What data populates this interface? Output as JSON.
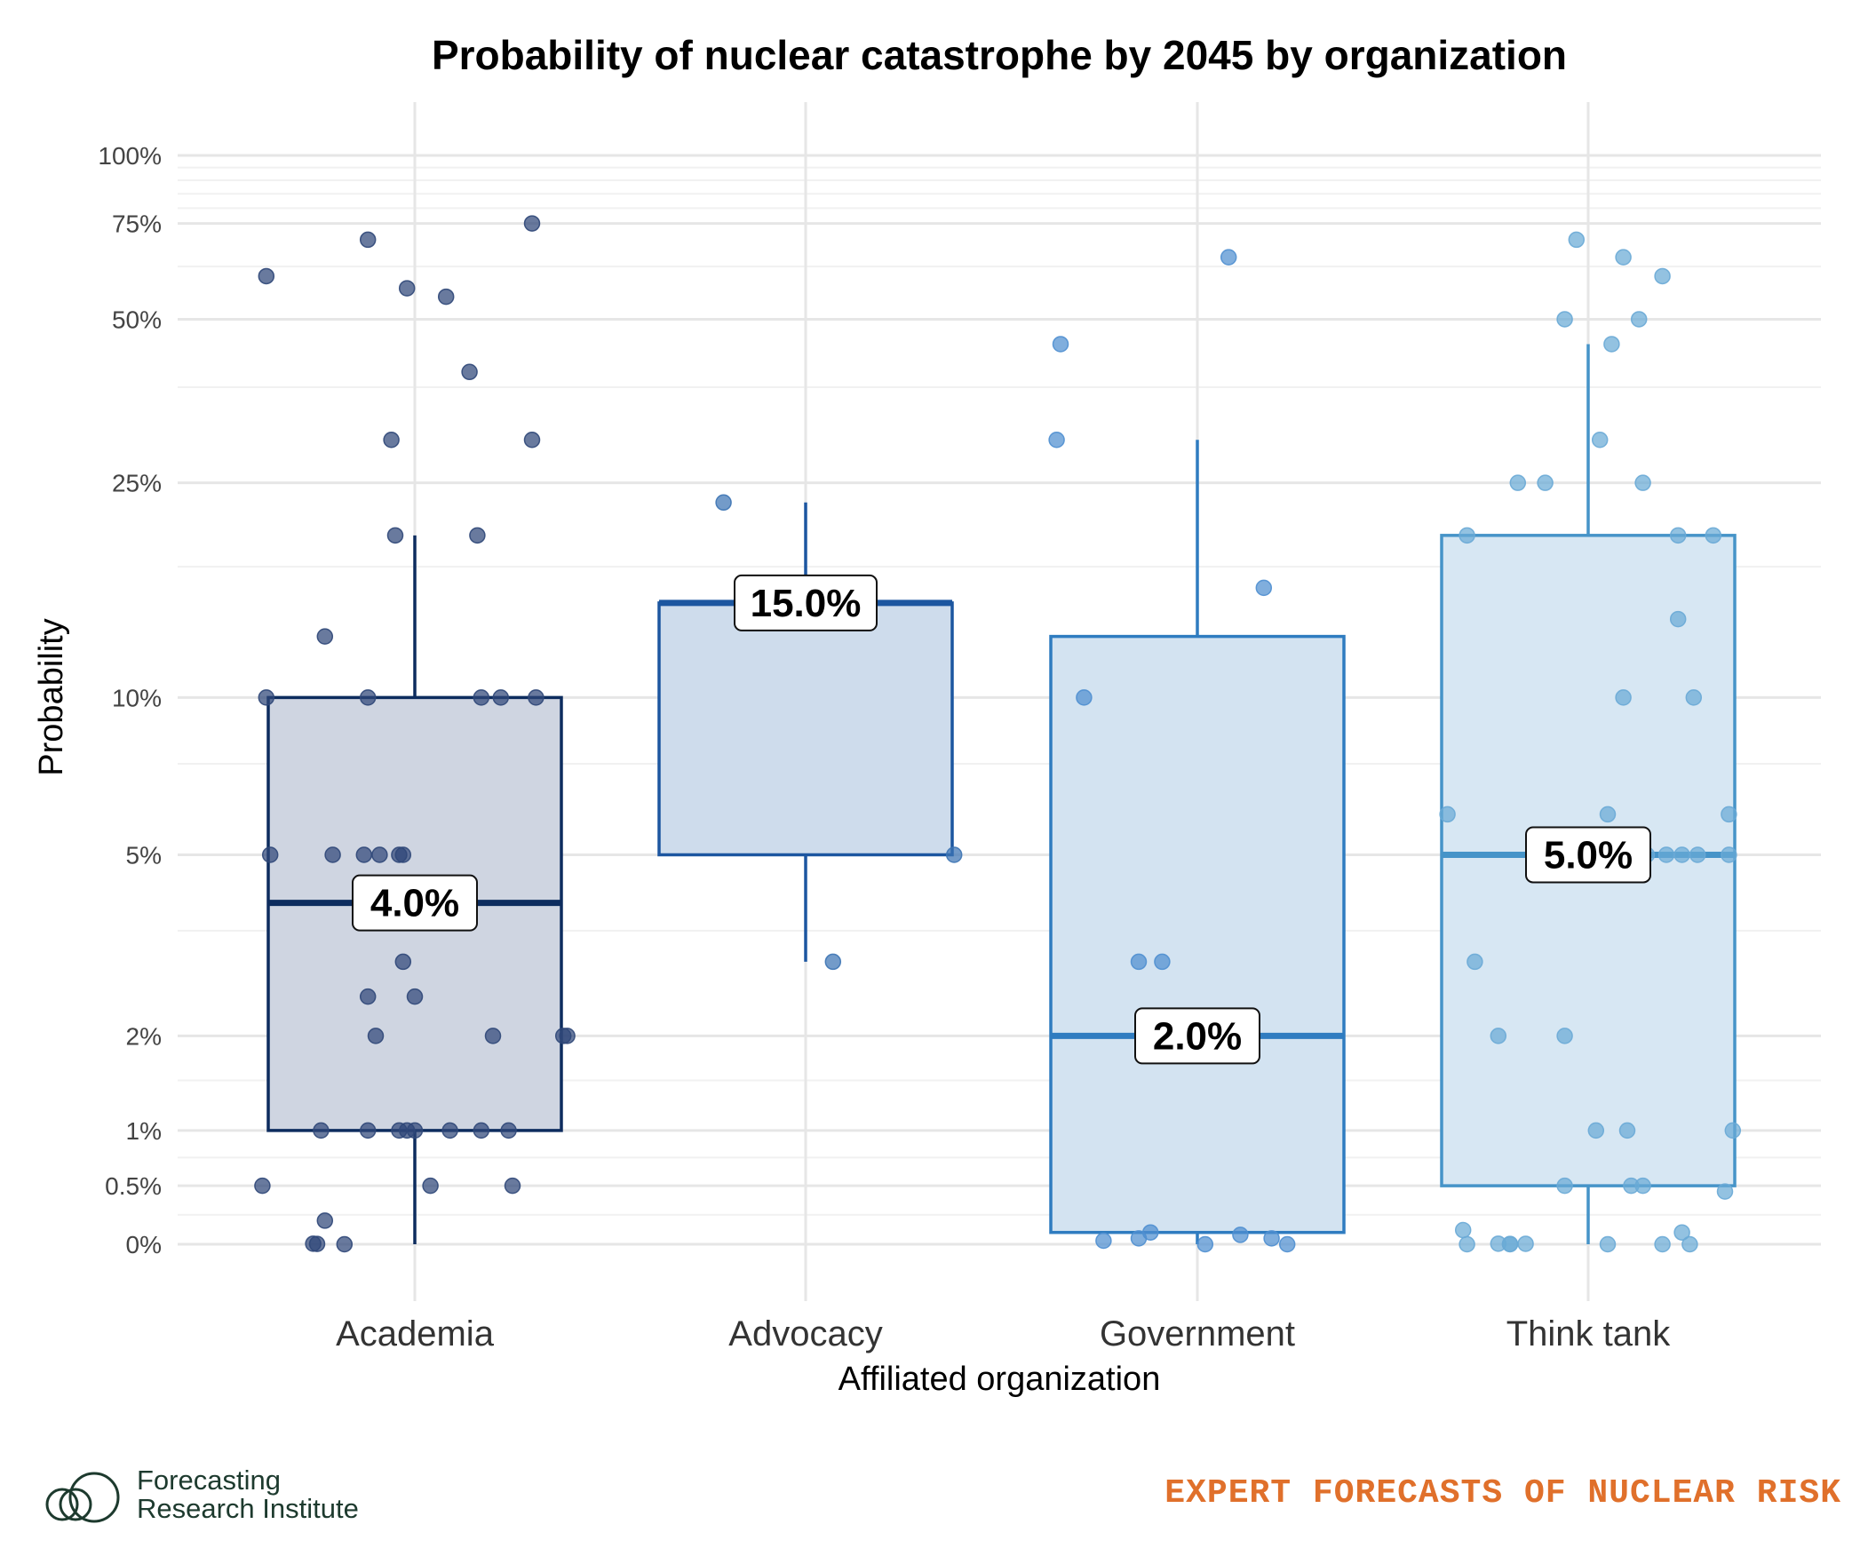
{
  "footer": {
    "org_line1": "Forecasting",
    "org_line2": "Research Institute",
    "tagline": "EXPERT FORECASTS OF NUCLEAR RISK"
  },
  "chart_data": {
    "type": "box",
    "title": "Probability of nuclear catastrophe by 2045 by organization",
    "xlabel": "Affiliated organization",
    "ylabel": "Probability",
    "scale": "pseudo-log",
    "yticks": [
      {
        "value": 0,
        "label": "0%"
      },
      {
        "value": 0.5,
        "label": "0.5%"
      },
      {
        "value": 1,
        "label": "1%"
      },
      {
        "value": 2,
        "label": "2%"
      },
      {
        "value": 5,
        "label": "5%"
      },
      {
        "value": 10,
        "label": "10%"
      },
      {
        "value": 25,
        "label": "25%"
      },
      {
        "value": 50,
        "label": "50%"
      },
      {
        "value": 75,
        "label": "75%"
      },
      {
        "value": 100,
        "label": "100%"
      }
    ],
    "grid": true,
    "categories": [
      "Academia",
      "Advocacy",
      "Government",
      "Think tank"
    ],
    "colors": [
      "#0d2c5e",
      "#1c56a0",
      "#2f7cc0",
      "#4694c8"
    ],
    "fills": [
      "#cfd5e1",
      "#cedcec",
      "#d3e3f1",
      "#d7e7f3"
    ],
    "pointColors": [
      "#2f4778",
      "#3d74b4",
      "#4f8fd0",
      "#6aaad6"
    ],
    "boxes": [
      {
        "q1": 1,
        "median": 4,
        "q3": 10,
        "whisker_low": 0,
        "whisker_high": 20,
        "median_label": "4.0%"
      },
      {
        "q1": 5,
        "median": 15,
        "q3": 15,
        "whisker_low": 3,
        "whisker_high": 23,
        "median_label": "15.0%"
      },
      {
        "q1": 0.1,
        "median": 2,
        "q3": 13,
        "whisker_low": 0,
        "whisker_high": 30,
        "median_label": "2.0%"
      },
      {
        "q1": 0.5,
        "median": 5,
        "q3": 20,
        "whisker_low": 0,
        "whisker_high": 45,
        "median_label": "5.0%"
      }
    ],
    "points": [
      [
        {
          "y": 75,
          "j": 0.3
        },
        {
          "y": 70,
          "j": -0.12
        },
        {
          "y": 60,
          "j": -0.38
        },
        {
          "y": 57,
          "j": -0.02
        },
        {
          "y": 55,
          "j": 0.08
        },
        {
          "y": 40,
          "j": 0.14
        },
        {
          "y": 30,
          "j": -0.06
        },
        {
          "y": 30,
          "j": 0.3
        },
        {
          "y": 20,
          "j": -0.05
        },
        {
          "y": 20,
          "j": 0.16
        },
        {
          "y": 13,
          "j": -0.23
        },
        {
          "y": 10,
          "j": -0.38
        },
        {
          "y": 10,
          "j": -0.12
        },
        {
          "y": 10,
          "j": 0.17
        },
        {
          "y": 10,
          "j": 0.22
        },
        {
          "y": 10,
          "j": 0.31
        },
        {
          "y": 5,
          "j": -0.37
        },
        {
          "y": 5,
          "j": -0.21
        },
        {
          "y": 5,
          "j": -0.13
        },
        {
          "y": 5,
          "j": -0.09
        },
        {
          "y": 5,
          "j": -0.04
        },
        {
          "y": 5,
          "j": -0.03
        },
        {
          "y": 3,
          "j": -0.03
        },
        {
          "y": 2.5,
          "j": -0.12
        },
        {
          "y": 2.5,
          "j": 0.0
        },
        {
          "y": 2,
          "j": -0.1
        },
        {
          "y": 2,
          "j": 0.2
        },
        {
          "y": 2,
          "j": 0.38
        },
        {
          "y": 2,
          "j": 0.39
        },
        {
          "y": 1,
          "j": -0.24
        },
        {
          "y": 1,
          "j": -0.12
        },
        {
          "y": 1,
          "j": -0.04
        },
        {
          "y": 1,
          "j": -0.02
        },
        {
          "y": 1,
          "j": 0.0
        },
        {
          "y": 1,
          "j": 0.09
        },
        {
          "y": 1,
          "j": 0.17
        },
        {
          "y": 1,
          "j": 0.24
        },
        {
          "y": 0.5,
          "j": -0.39
        },
        {
          "y": 0.5,
          "j": 0.04
        },
        {
          "y": 0.5,
          "j": 0.25
        },
        {
          "y": 0.2,
          "j": -0.23
        },
        {
          "y": 0.005,
          "j": -0.26
        },
        {
          "y": 0.003,
          "j": -0.25
        },
        {
          "y": 0,
          "j": -0.18
        }
      ],
      [
        {
          "y": 23,
          "j": -0.21
        },
        {
          "y": 5,
          "j": 0.38
        },
        {
          "y": 3,
          "j": 0.07
        }
      ],
      [
        {
          "y": 65,
          "j": 0.08
        },
        {
          "y": 45,
          "j": -0.35
        },
        {
          "y": 30,
          "j": -0.36
        },
        {
          "y": 16,
          "j": 0.17
        },
        {
          "y": 10,
          "j": -0.29
        },
        {
          "y": 3,
          "j": -0.15
        },
        {
          "y": 3,
          "j": -0.09
        },
        {
          "y": 0.1,
          "j": -0.12
        },
        {
          "y": 0.08,
          "j": 0.11
        },
        {
          "y": 0.05,
          "j": -0.15
        },
        {
          "y": 0.05,
          "j": 0.19
        },
        {
          "y": 0.03,
          "j": -0.24
        },
        {
          "y": 0,
          "j": 0.02
        },
        {
          "y": 0,
          "j": 0.23
        }
      ],
      [
        {
          "y": 70,
          "j": -0.03
        },
        {
          "y": 65,
          "j": 0.09
        },
        {
          "y": 60,
          "j": 0.19
        },
        {
          "y": 50,
          "j": -0.06
        },
        {
          "y": 50,
          "j": 0.13
        },
        {
          "y": 45,
          "j": 0.06
        },
        {
          "y": 30,
          "j": 0.03
        },
        {
          "y": 25,
          "j": -0.18
        },
        {
          "y": 25,
          "j": -0.11
        },
        {
          "y": 25,
          "j": 0.14
        },
        {
          "y": 20,
          "j": -0.31
        },
        {
          "y": 20,
          "j": 0.23
        },
        {
          "y": 20,
          "j": 0.32
        },
        {
          "y": 14,
          "j": 0.23
        },
        {
          "y": 10,
          "j": 0.09
        },
        {
          "y": 10,
          "j": 0.27
        },
        {
          "y": 6,
          "j": -0.36
        },
        {
          "y": 6,
          "j": 0.05
        },
        {
          "y": 6,
          "j": 0.36
        },
        {
          "y": 5,
          "j": 0.15
        },
        {
          "y": 5,
          "j": 0.2
        },
        {
          "y": 5,
          "j": 0.24
        },
        {
          "y": 5,
          "j": 0.28
        },
        {
          "y": 5,
          "j": 0.36
        },
        {
          "y": 3,
          "j": -0.29
        },
        {
          "y": 2,
          "j": -0.23
        },
        {
          "y": 2,
          "j": -0.06
        },
        {
          "y": 1,
          "j": 0.02
        },
        {
          "y": 1,
          "j": 0.1
        },
        {
          "y": 1,
          "j": 0.37
        },
        {
          "y": 0.5,
          "j": -0.06
        },
        {
          "y": 0.5,
          "j": 0.11
        },
        {
          "y": 0.5,
          "j": 0.14
        },
        {
          "y": 0.45,
          "j": 0.35
        },
        {
          "y": 0.12,
          "j": -0.32
        },
        {
          "y": 0.1,
          "j": 0.24
        },
        {
          "y": 0.005,
          "j": -0.23
        },
        {
          "y": 0.004,
          "j": -0.16
        },
        {
          "y": 0.003,
          "j": -0.2
        },
        {
          "y": 0,
          "j": -0.31
        },
        {
          "y": 0,
          "j": -0.2
        },
        {
          "y": 0,
          "j": 0.05
        },
        {
          "y": 0,
          "j": 0.19
        },
        {
          "y": 0,
          "j": 0.26
        }
      ]
    ]
  }
}
